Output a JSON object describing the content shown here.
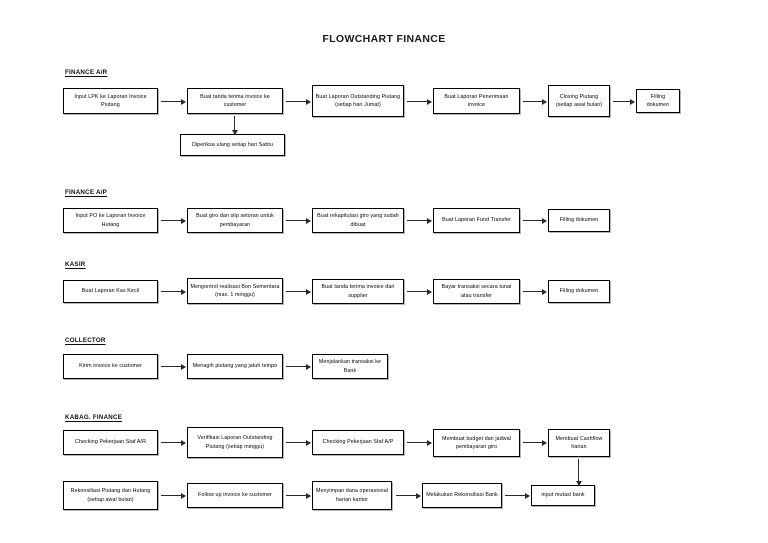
{
  "document": {
    "title": "FLOWCHART FINANCE"
  },
  "sections": [
    {
      "id": "finance-ar",
      "label": "FINANCE A/R",
      "nodes": [
        {
          "id": "ar-1",
          "text": "Input LPK ke Laporan Invoice Piutang"
        },
        {
          "id": "ar-2",
          "text": "Buat tanda terima invoice ke customer"
        },
        {
          "id": "ar-3",
          "text": "Buat Laporan Outstanding Piutang (setiap hari Jumat)"
        },
        {
          "id": "ar-4",
          "text": "Buat Laporan Penerimaan invoice"
        },
        {
          "id": "ar-5",
          "text": "Closing Piutang (setiap awal bulan)"
        },
        {
          "id": "ar-6",
          "text": "Filling dokumen"
        },
        {
          "id": "ar-7",
          "text": "Diperiksa ulang setiap hari Sabtu"
        }
      ]
    },
    {
      "id": "finance-ap",
      "label": "FINANCE A/P",
      "nodes": [
        {
          "id": "ap-1",
          "text": "Input PO ke Laporan Invoice Hutang"
        },
        {
          "id": "ap-2",
          "text": "Buat giro dan slip setoran untuk pembayaran"
        },
        {
          "id": "ap-3",
          "text": "Buat rekapitulasi giro yang sudah dibuat"
        },
        {
          "id": "ap-4",
          "text": "Buat Laporan Fund Transfer"
        },
        {
          "id": "ap-5",
          "text": "Filling dokumen"
        }
      ]
    },
    {
      "id": "kasir",
      "label": "KASIR",
      "nodes": [
        {
          "id": "ks-1",
          "text": "Buat Laporan Kas Kecil"
        },
        {
          "id": "ks-2",
          "text": "Mengontrol realisasi Bon Sementara (max. 1 minggu)"
        },
        {
          "id": "ks-3",
          "text": "Buat tanda terima invoice dari supplier"
        },
        {
          "id": "ks-4",
          "text": "Bayar transaksi secara tunai atau transfer"
        },
        {
          "id": "ks-5",
          "text": "Filling dokumen"
        }
      ]
    },
    {
      "id": "collector",
      "label": "COLLECTOR",
      "nodes": [
        {
          "id": "cl-1",
          "text": "Kirim invoice ke customer"
        },
        {
          "id": "cl-2",
          "text": "Menagih piutang yang jatuh tempo"
        },
        {
          "id": "cl-3",
          "text": "Menjalankan transaksi ke Bank"
        }
      ]
    },
    {
      "id": "kabag-finance",
      "label": "KABAG. FINANCE",
      "nodes": [
        {
          "id": "kf-1",
          "text": "Checking Pekerjaan Staf A/R"
        },
        {
          "id": "kf-2",
          "text": "Verifikasi Laporan Outstanding Piutang (setiap minggu)"
        },
        {
          "id": "kf-3",
          "text": "Checking Pekerjaan Staf A/P"
        },
        {
          "id": "kf-4",
          "text": "Membuat budget dan jadwal pembayaran giro"
        },
        {
          "id": "kf-5",
          "text": "Membuat Cashflow harian"
        },
        {
          "id": "kf-6",
          "text": "Rekonsiliasi Piutang dan Hutang (setiap awal bulan)"
        },
        {
          "id": "kf-7",
          "text": "Follow up invoice ke customer"
        },
        {
          "id": "kf-8",
          "text": "Menyimpan dana operasional harian kantor"
        },
        {
          "id": "kf-9",
          "text": "Melakukan Rekonsiliasi Bank"
        },
        {
          "id": "kf-10",
          "text": "input mutasi bank"
        }
      ]
    }
  ],
  "colors": {
    "line": "#2b2b2b",
    "border": "#000000",
    "text": "#000000",
    "background": "#ffffff"
  }
}
